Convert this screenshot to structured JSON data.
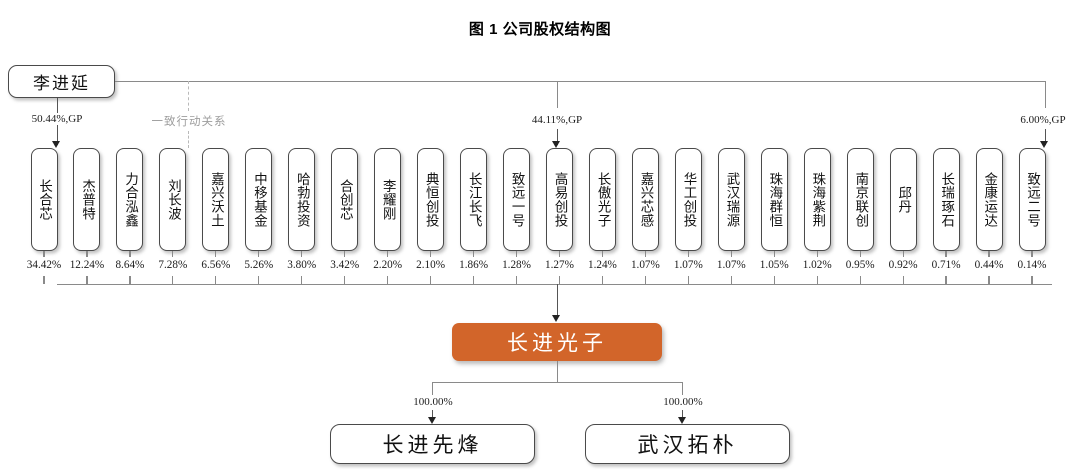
{
  "title": "图 1 公司股权结构图",
  "top_shareholder": {
    "label": "李进延"
  },
  "control_relation": {
    "label": "一致行动关系"
  },
  "gp_links": [
    {
      "label": "50.44%,GP",
      "target": "长合芯"
    },
    {
      "label": "44.11%,GP",
      "target": "致远一号"
    },
    {
      "label": "6.00%,GP",
      "target": "致远二号"
    }
  ],
  "shareholders": [
    {
      "name": "长合芯",
      "pct": "34.42%"
    },
    {
      "name": "杰普特",
      "pct": "12.24%"
    },
    {
      "name": "力合泓鑫",
      "pct": "8.64%"
    },
    {
      "name": "刘长波",
      "pct": "7.28%"
    },
    {
      "name": "嘉兴沃土",
      "pct": "6.56%"
    },
    {
      "name": "中移基金",
      "pct": "5.26%"
    },
    {
      "name": "哈勃投资",
      "pct": "3.80%"
    },
    {
      "name": "合创芯",
      "pct": "3.42%"
    },
    {
      "name": "李耀刚",
      "pct": "2.20%"
    },
    {
      "name": "典恒创投",
      "pct": "2.10%"
    },
    {
      "name": "长江长飞",
      "pct": "1.86%"
    },
    {
      "name": "致远一号",
      "pct": "1.28%"
    },
    {
      "name": "高易创投",
      "pct": "1.27%"
    },
    {
      "name": "长傲光子",
      "pct": "1.24%"
    },
    {
      "name": "嘉兴芯感",
      "pct": "1.07%"
    },
    {
      "name": "华工创投",
      "pct": "1.07%"
    },
    {
      "name": "武汉瑞源",
      "pct": "1.07%"
    },
    {
      "name": "珠海群恒",
      "pct": "1.05%"
    },
    {
      "name": "珠海紫荆",
      "pct": "1.02%"
    },
    {
      "name": "南京联创",
      "pct": "0.95%"
    },
    {
      "name": "邱丹",
      "pct": "0.92%"
    },
    {
      "name": "长瑞琢石",
      "pct": "0.71%"
    },
    {
      "name": "金康运达",
      "pct": "0.44%"
    },
    {
      "name": "致远二号",
      "pct": "0.14%"
    }
  ],
  "core_company": {
    "name": "长进光子",
    "color": "#d2652a"
  },
  "subsidiaries": [
    {
      "name": "长进先烽",
      "pct": "100.00%"
    },
    {
      "name": "武汉拓朴",
      "pct": "100.00%"
    }
  ]
}
